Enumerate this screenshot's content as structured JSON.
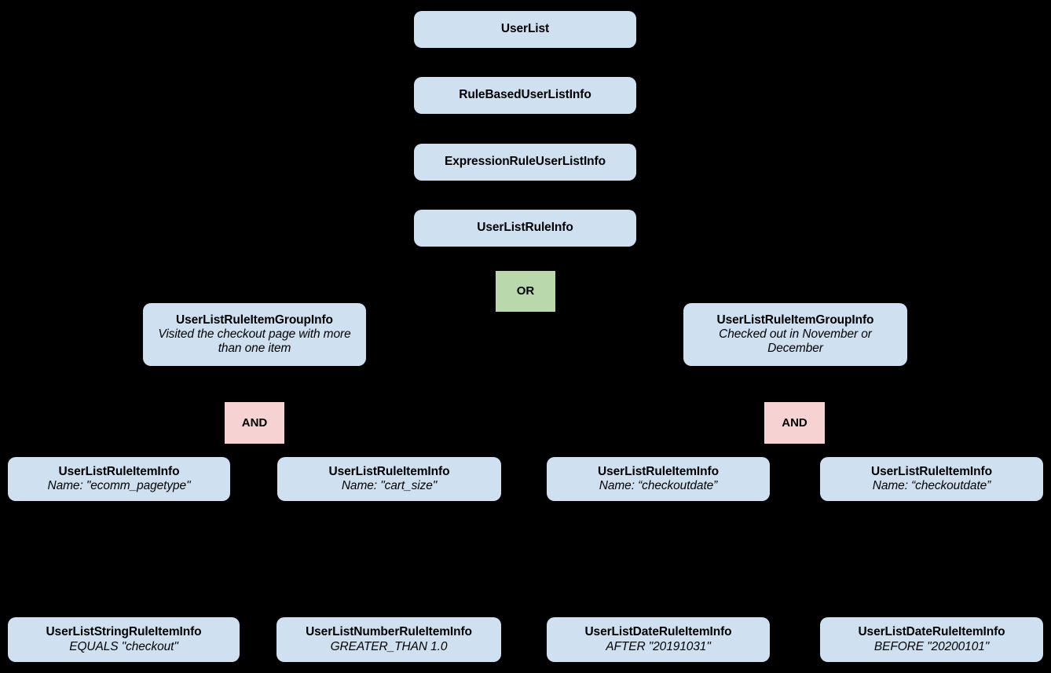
{
  "diagram": {
    "type": "hierarchy-tree",
    "title": "UserList rule hierarchy",
    "background_color": "#000000",
    "colors": {
      "node_fill": "#cfe0f1",
      "operator_or_fill": "#b9d8ab",
      "operator_and_fill": "#f6d2d2",
      "text": "#000000",
      "edge": "#000000"
    }
  },
  "nodes": {
    "chain": [
      {
        "id": "userlist",
        "title": "UserList",
        "subtitle": ""
      },
      {
        "id": "rulebased",
        "title": "RuleBasedUserListInfo",
        "subtitle": ""
      },
      {
        "id": "expression",
        "title": "ExpressionRuleUserListInfo",
        "subtitle": ""
      },
      {
        "id": "rule_info",
        "title": "UserListRuleInfo",
        "subtitle": ""
      }
    ],
    "operators": [
      {
        "id": "or",
        "label": "OR"
      },
      {
        "id": "and_left",
        "label": "AND"
      },
      {
        "id": "and_right",
        "label": "AND"
      }
    ],
    "groups": [
      {
        "id": "group_left",
        "title": "UserListRuleItemGroupInfo",
        "subtitle": "Visited the checkout page with more than one item"
      },
      {
        "id": "group_right",
        "title": "UserListRuleItemGroupInfo",
        "subtitle": "Checked out in November or December"
      }
    ],
    "rule_items": [
      {
        "id": "item_1",
        "title": "UserListRuleItemInfo",
        "subtitle": "Name: \"ecomm_pagetype\""
      },
      {
        "id": "item_2",
        "title": "UserListRuleItemInfo",
        "subtitle": "Name: \"cart_size\""
      },
      {
        "id": "item_3",
        "title": "UserListRuleItemInfo",
        "subtitle": "Name: “checkoutdate”"
      },
      {
        "id": "item_4",
        "title": "UserListRuleItemInfo",
        "subtitle": "Name: “checkoutdate”"
      }
    ],
    "leaf_items": [
      {
        "id": "leaf_1",
        "title": "UserListStringRuleItemInfo",
        "subtitle": "EQUALS \"checkout\""
      },
      {
        "id": "leaf_2",
        "title": "UserListNumberRuleItemInfo",
        "subtitle": "GREATER_THAN 1.0"
      },
      {
        "id": "leaf_3",
        "title": "UserListDateRuleItemInfo",
        "subtitle": "AFTER \"20191031\""
      },
      {
        "id": "leaf_4",
        "title": "UserListDateRuleItemInfo",
        "subtitle": "BEFORE \"20200101\""
      }
    ]
  }
}
